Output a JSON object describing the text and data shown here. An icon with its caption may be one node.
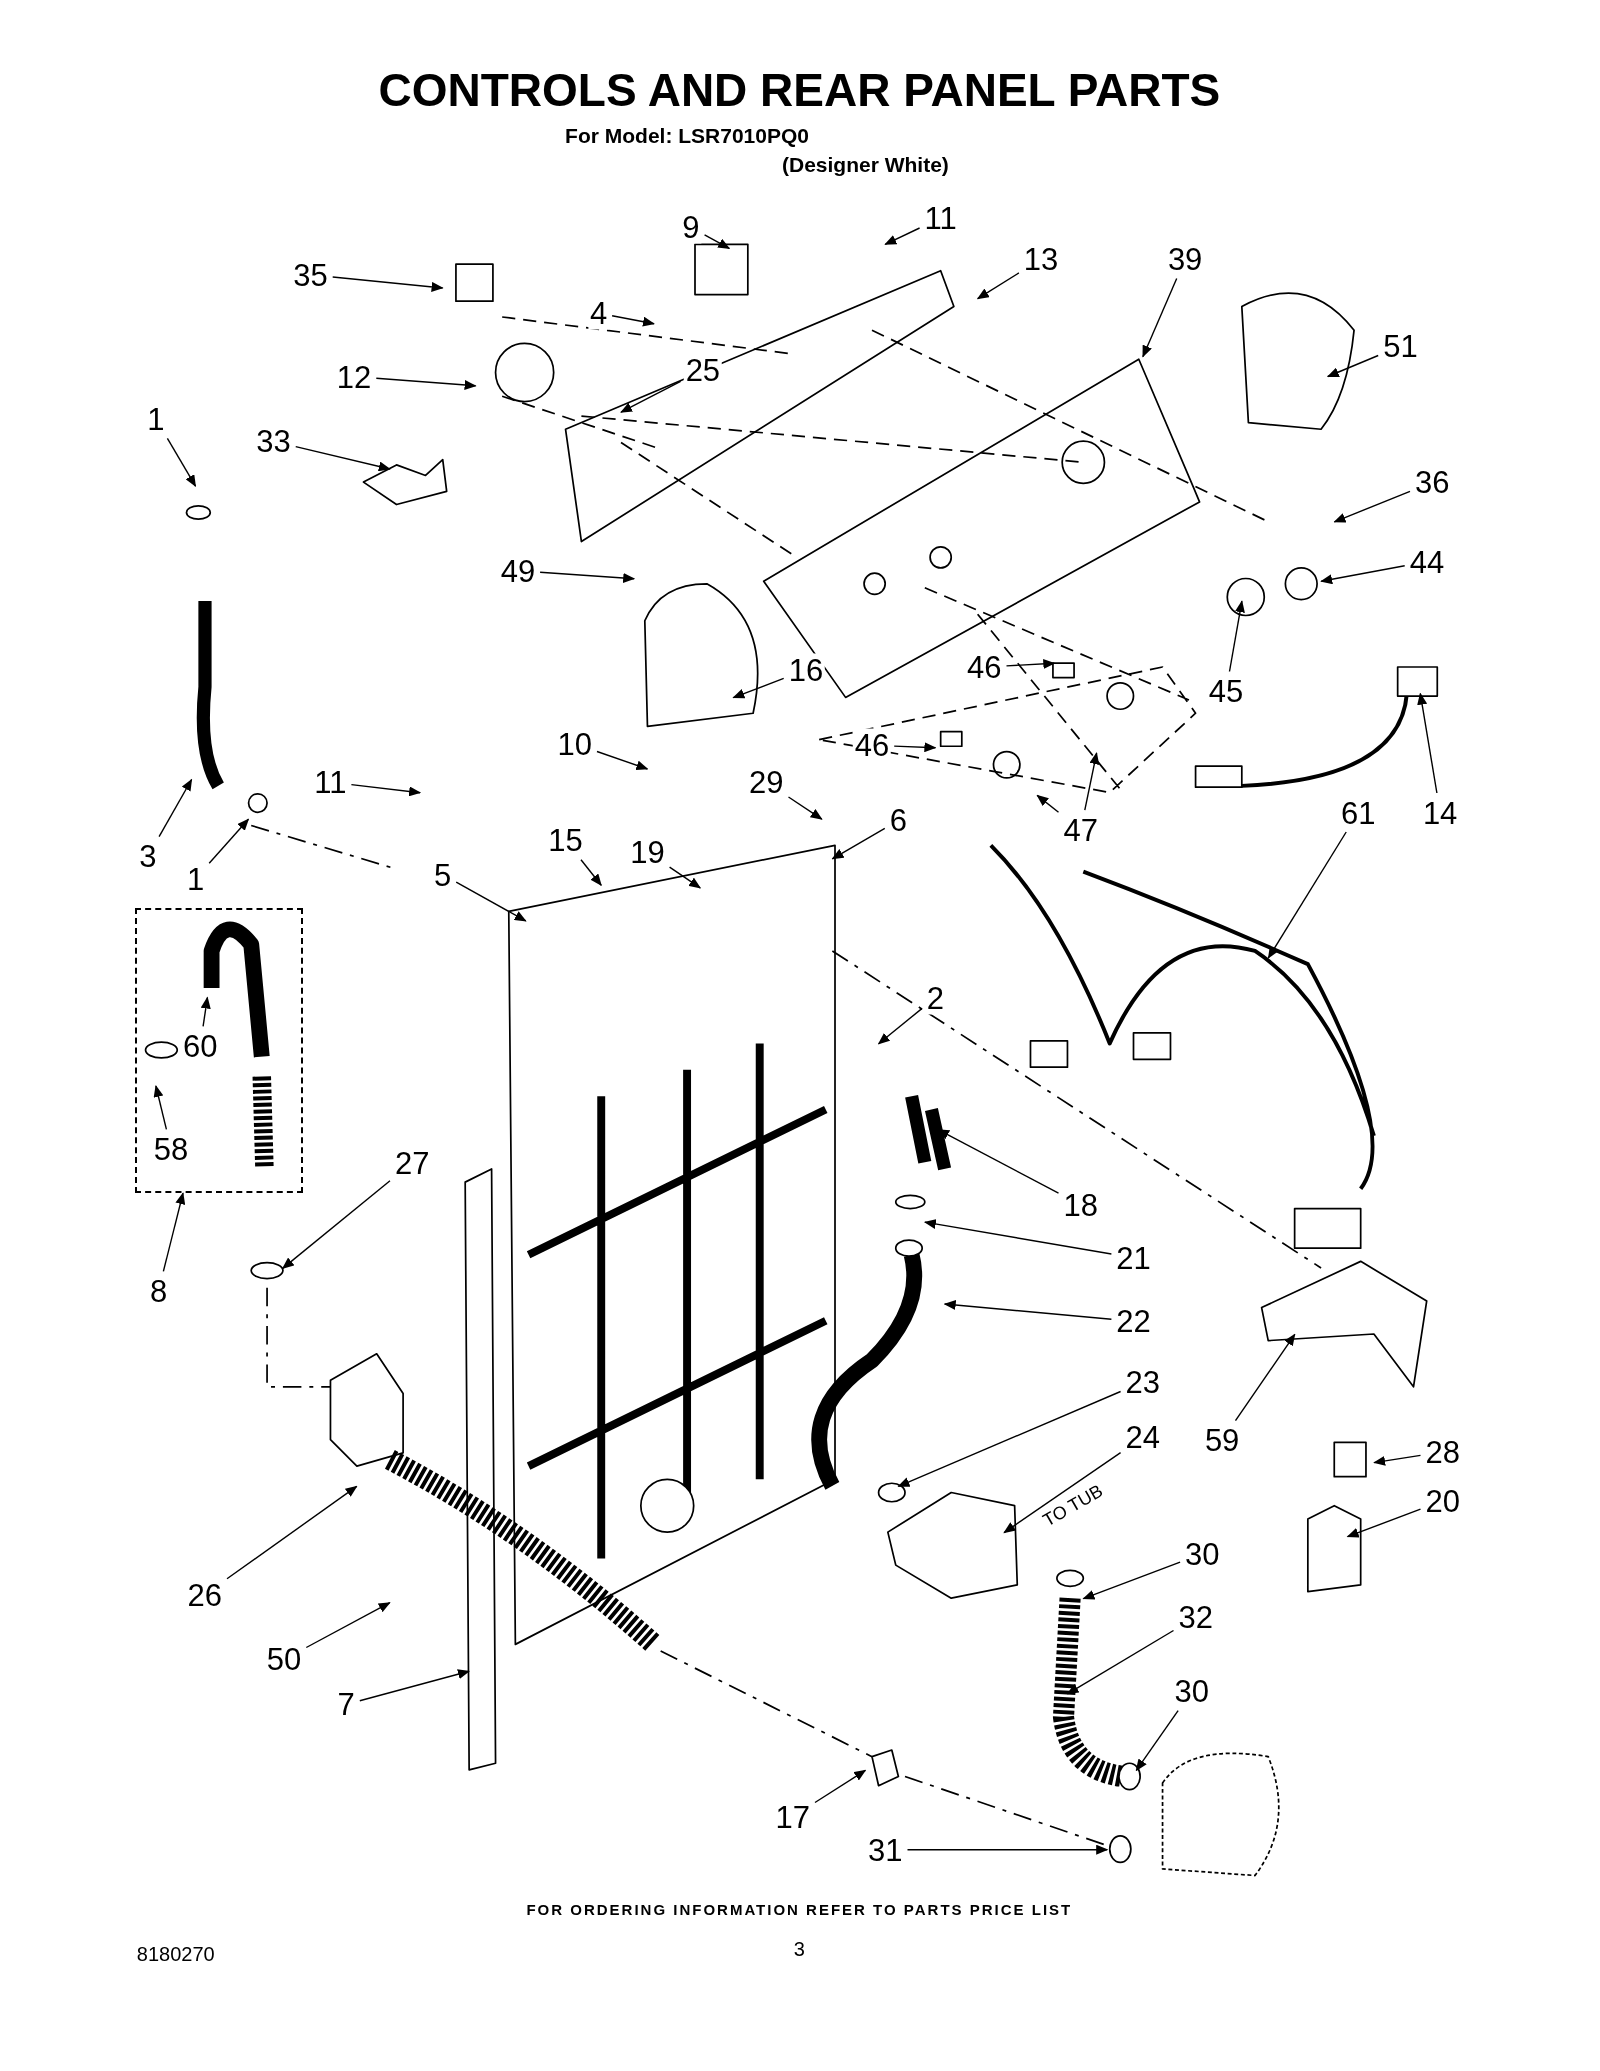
{
  "diagram": {
    "title": "CONTROLS AND REAR PANEL PARTS",
    "nodes": [
      {
        "text": [
          "9"
        ]
      },
      {
        "text": [
          "11"
        ]
      },
      {
        "text": [
          "13"
        ]
      },
      {
        "text": [
          "35"
        ]
      },
      {
        "text": [
          "39"
        ]
      },
      {
        "text": [
          "4"
        ]
      },
      {
        "text": [
          "51"
        ]
      },
      {
        "text": [
          "12"
        ]
      },
      {
        "text": [
          "25"
        ]
      },
      {
        "text": [
          "1"
        ]
      },
      {
        "text": [
          "33"
        ]
      },
      {
        "text": [
          "36"
        ]
      },
      {
        "text": [
          "49"
        ]
      },
      {
        "text": [
          "44"
        ]
      },
      {
        "text": [
          "16"
        ]
      },
      {
        "text": [
          "46"
        ]
      },
      {
        "text": [
          "45"
        ]
      },
      {
        "text": [
          "10"
        ]
      },
      {
        "text": [
          "46"
        ]
      },
      {
        "text": [
          "29"
        ]
      },
      {
        "text": [
          "14"
        ]
      },
      {
        "text": [
          "11"
        ]
      },
      {
        "text": [
          "3"
        ]
      },
      {
        "text": [
          "1"
        ]
      },
      {
        "text": [
          "15"
        ]
      },
      {
        "text": [
          "19"
        ]
      },
      {
        "text": [
          "6"
        ]
      },
      {
        "text": [
          "47"
        ]
      },
      {
        "text": [
          "61"
        ]
      },
      {
        "text": [
          "5"
        ]
      },
      {
        "text": [],
        "shape": "box"
      },
      {
        "text": [
          "60"
        ],
        "in": 30
      },
      {
        "text": [
          "58"
        ],
        "in": 30
      },
      {
        "text": [
          "2"
        ]
      },
      {
        "text": [
          "27"
        ]
      },
      {
        "text": [
          "18"
        ]
      },
      {
        "text": [
          "8"
        ]
      },
      {
        "text": [
          "21"
        ]
      },
      {
        "text": [
          "22"
        ]
      },
      {
        "text": [
          "59"
        ]
      },
      {
        "text": [
          "23"
        ]
      },
      {
        "text": [
          "24"
        ]
      },
      {
        "text": [
          "28"
        ]
      },
      {
        "text": [
          "20"
        ]
      },
      {
        "text": [
          "26"
        ]
      },
      {
        "text": [
          "30"
        ]
      },
      {
        "text": [
          "32"
        ]
      },
      {
        "text": [
          "50"
        ]
      },
      {
        "text": [
          "30"
        ]
      },
      {
        "text": [
          "7"
        ]
      },
      {
        "text": [
          "17"
        ]
      },
      {
        "text": [
          "31"
        ]
      }
    ],
    "edges": [
      {
        "from": 0,
        "to": null,
        "arrow": "to"
      },
      {
        "from": 1,
        "to": null,
        "arrow": "to"
      },
      {
        "from": 2,
        "to": null,
        "arrow": "to"
      },
      {
        "from": 3,
        "to": null,
        "arrow": "to"
      },
      {
        "from": 4,
        "to": null,
        "arrow": "to"
      },
      {
        "from": 5,
        "to": null,
        "arrow": "to"
      },
      {
        "from": 6,
        "to": null,
        "arrow": "to"
      },
      {
        "from": 7,
        "to": null,
        "arrow": "to"
      },
      {
        "from": 8,
        "to": null,
        "arrow": "to"
      },
      {
        "from": 9,
        "to": null,
        "arrow": "to"
      },
      {
        "from": 10,
        "to": null,
        "arrow": "to"
      },
      {
        "from": 11,
        "to": null,
        "arrow": "to"
      },
      {
        "from": 12,
        "to": null,
        "arrow": "to"
      },
      {
        "from": 13,
        "to": null,
        "arrow": "to"
      },
      {
        "from": 14,
        "to": null,
        "arrow": "to"
      },
      {
        "from": 15,
        "to": null,
        "arrow": "to"
      },
      {
        "from": 16,
        "to": null,
        "arrow": "to"
      },
      {
        "from": 17,
        "to": null,
        "arrow": "to"
      },
      {
        "from": 18,
        "to": null,
        "arrow": "to"
      },
      {
        "from": 19,
        "to": null,
        "arrow": "to"
      },
      {
        "from": 20,
        "to": null,
        "arrow": "to"
      },
      {
        "from": 21,
        "to": null,
        "arrow": "to"
      },
      {
        "from": 22,
        "to": null,
        "arrow": "to"
      },
      {
        "from": 23,
        "to": null,
        "arrow": "to"
      },
      {
        "from": 24,
        "to": null,
        "arrow": "to"
      },
      {
        "from": 25,
        "to": null,
        "arrow": "to"
      },
      {
        "from": 26,
        "to": null,
        "arrow": "to"
      },
      {
        "from": 27,
        "to": null,
        "arrow": "to"
      },
      {
        "from": 27,
        "to": null,
        "arrow": "to"
      },
      {
        "from": 28,
        "to": null,
        "arrow": "to"
      },
      {
        "from": 29,
        "to": null,
        "arrow": "to"
      },
      {
        "from": 31,
        "to": null,
        "arrow": "to"
      },
      {
        "from": 32,
        "to": null,
        "arrow": "to"
      },
      {
        "from": 33,
        "to": null,
        "arrow": "to"
      },
      {
        "from": 34,
        "to": null,
        "arrow": "to"
      },
      {
        "from": 35,
        "to": null,
        "arrow": "to"
      },
      {
        "from": 36,
        "to": 30,
        "arrow": "to"
      },
      {
        "from": 37,
        "to": null,
        "arrow": "to"
      },
      {
        "from": 38,
        "to": null,
        "arrow": "to"
      },
      {
        "from": 39,
        "to": null,
        "arrow": "to"
      },
      {
        "from": 40,
        "to": null,
        "arrow": "to"
      },
      {
        "from": 41,
        "to": null,
        "arrow": "to"
      },
      {
        "from": 42,
        "to": null,
        "arrow": "to"
      },
      {
        "from": 43,
        "to": null,
        "arrow": "to"
      },
      {
        "from": 44,
        "to": null,
        "arrow": "to"
      },
      {
        "from": 45,
        "to": null,
        "arrow": "to"
      },
      {
        "from": 46,
        "to": null,
        "arrow": "to"
      },
      {
        "from": 47,
        "to": null,
        "arrow": "to"
      },
      {
        "from": 48,
        "to": null,
        "arrow": "to"
      },
      {
        "from": 49,
        "to": null,
        "arrow": "to"
      },
      {
        "from": 50,
        "to": null,
        "arrow": "to"
      },
      {
        "from": 51,
        "to": null,
        "arrow": "to"
      }
    ],
    "labels": [
      "For Model: LSR7010PQ0",
      "(Designer White)",
      "TO TUB",
      "FOR ORDERING INFORMATION REFER TO PARTS PRICE LIST",
      "8180270",
      "3"
    ]
  }
}
